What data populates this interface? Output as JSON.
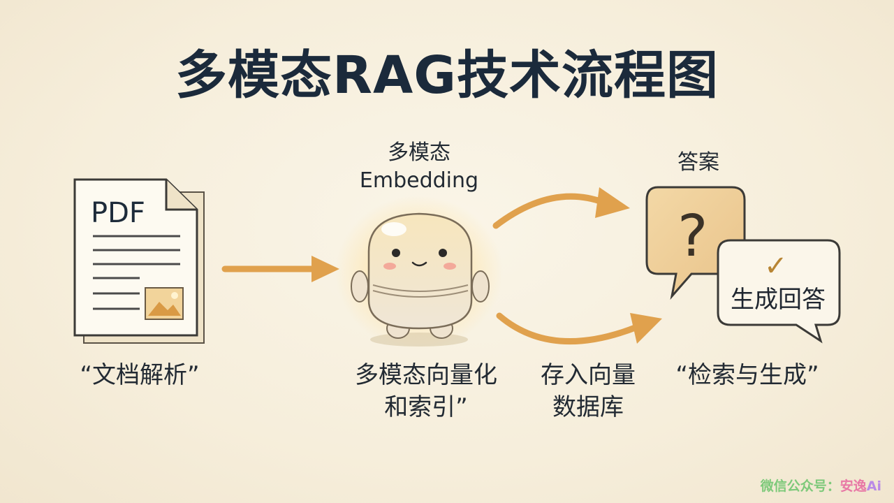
{
  "title": "多模态RAG技术流程图",
  "nodes": {
    "document": {
      "icon_text": "PDF",
      "label": "“文档解析”"
    },
    "embedding": {
      "top_line1": "多模态",
      "top_line2": "Embedding",
      "label_line1": "多模态向量化",
      "label_line2": "和索引”"
    },
    "store": {
      "label_line1": "存入向量",
      "label_line2": "数据库"
    },
    "answer": {
      "top_label": "答案",
      "question_mark": "?",
      "check_mark": "✓",
      "bubble_text": "生成回答",
      "label": "“检索与生成”"
    }
  },
  "watermark": {
    "prefix": "微信公众号：",
    "name": "安逸",
    "suffix": "Ai"
  },
  "colors": {
    "arrow": "#e0a14d",
    "paper": "#fdfaf1",
    "bubble": "#f2d6a7",
    "character": "#f4e7cf",
    "outline": "#3b3a37"
  }
}
